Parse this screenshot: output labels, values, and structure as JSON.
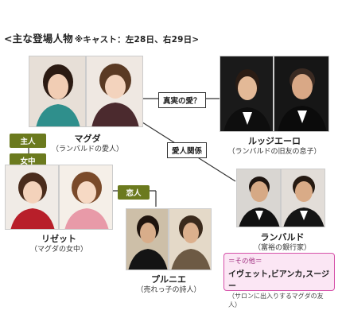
{
  "header": {
    "title": "<主な登場人物",
    "cast_note": "※キャスト：左28日、右29日>"
  },
  "characters": {
    "magda": {
      "name": "マグダ",
      "desc": "（ランバルドの愛人）"
    },
    "ruggero": {
      "name": "ルッジエーロ",
      "desc": "（ランバルドの旧友の息子）"
    },
    "rambaldo": {
      "name": "ランバルド",
      "desc": "（富裕の銀行家）"
    },
    "lisette": {
      "name": "リゼット",
      "desc": "（マグダの女中）"
    },
    "prunier": {
      "name": "プルニエ",
      "desc": "（売れっ子の詩人）"
    }
  },
  "relations": {
    "true_love": "真実の愛？",
    "lovers_relation": "愛人関係",
    "lovers": "恋人",
    "master": "主人",
    "maid": "女中"
  },
  "others": {
    "heading": "＝その他＝",
    "names": "イヴェット,ビアンカ,スージー",
    "desc": "（サロンに出入りするマグダの友人）"
  },
  "colors": {
    "tag_bg": "#6b7a1e",
    "others_border": "#d54fa8",
    "others_bg": "#fbe6f4"
  }
}
